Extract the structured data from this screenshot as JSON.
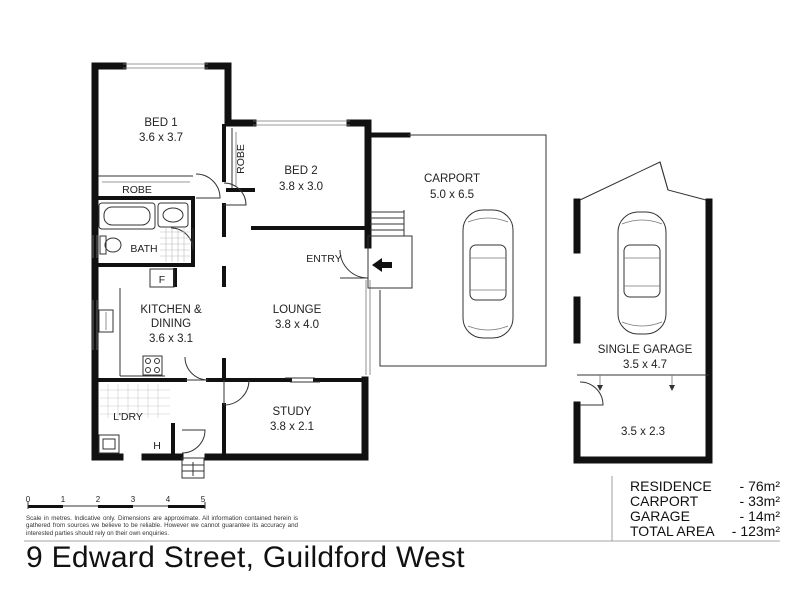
{
  "rooms": {
    "bed1": {
      "name": "BED 1",
      "size": "3.6 x 3.7"
    },
    "bed2": {
      "name": "BED 2",
      "size": "3.8 x 3.0"
    },
    "robe1": {
      "name": "ROBE"
    },
    "robe2": {
      "name": "ROBE"
    },
    "bath": {
      "name": "BATH"
    },
    "kitchen": {
      "name_line1": "KITCHEN &",
      "name_line2": "DINING",
      "size": "3.6 x 3.1"
    },
    "fridge": {
      "name": "F"
    },
    "lounge": {
      "name": "LOUNGE",
      "size": "3.8 x 4.0"
    },
    "entry": {
      "name": "ENTRY"
    },
    "study": {
      "name": "STUDY",
      "size": "3.8 x 2.1"
    },
    "laundry": {
      "name": "L'DRY"
    },
    "hw": {
      "name": "H"
    },
    "carport": {
      "name": "CARPORT",
      "size": "5.0 x 6.5"
    },
    "garage": {
      "name": "SINGLE GARAGE",
      "size": "3.5 x 4.7"
    },
    "garage_rear": {
      "size": "3.5 x 2.3"
    }
  },
  "scale": {
    "ticks": [
      "0",
      "1",
      "2",
      "3",
      "4",
      "5"
    ],
    "note": "Scale in metres. Indicative only. Dimensions are approximate. All information contained herein is gathered from sources we believe to be reliable. However we cannot guarantee its accuracy and interested parties should rely on their own enquiries."
  },
  "areas": [
    {
      "label": "RESIDENCE",
      "value": "- 76m²"
    },
    {
      "label": "CARPORT",
      "value": "- 33m²"
    },
    {
      "label": "GARAGE",
      "value": "- 14m²"
    },
    {
      "label": "TOTAL AREA",
      "value": "- 123m²"
    }
  ],
  "address": "9 Edward Street, Guildford West"
}
